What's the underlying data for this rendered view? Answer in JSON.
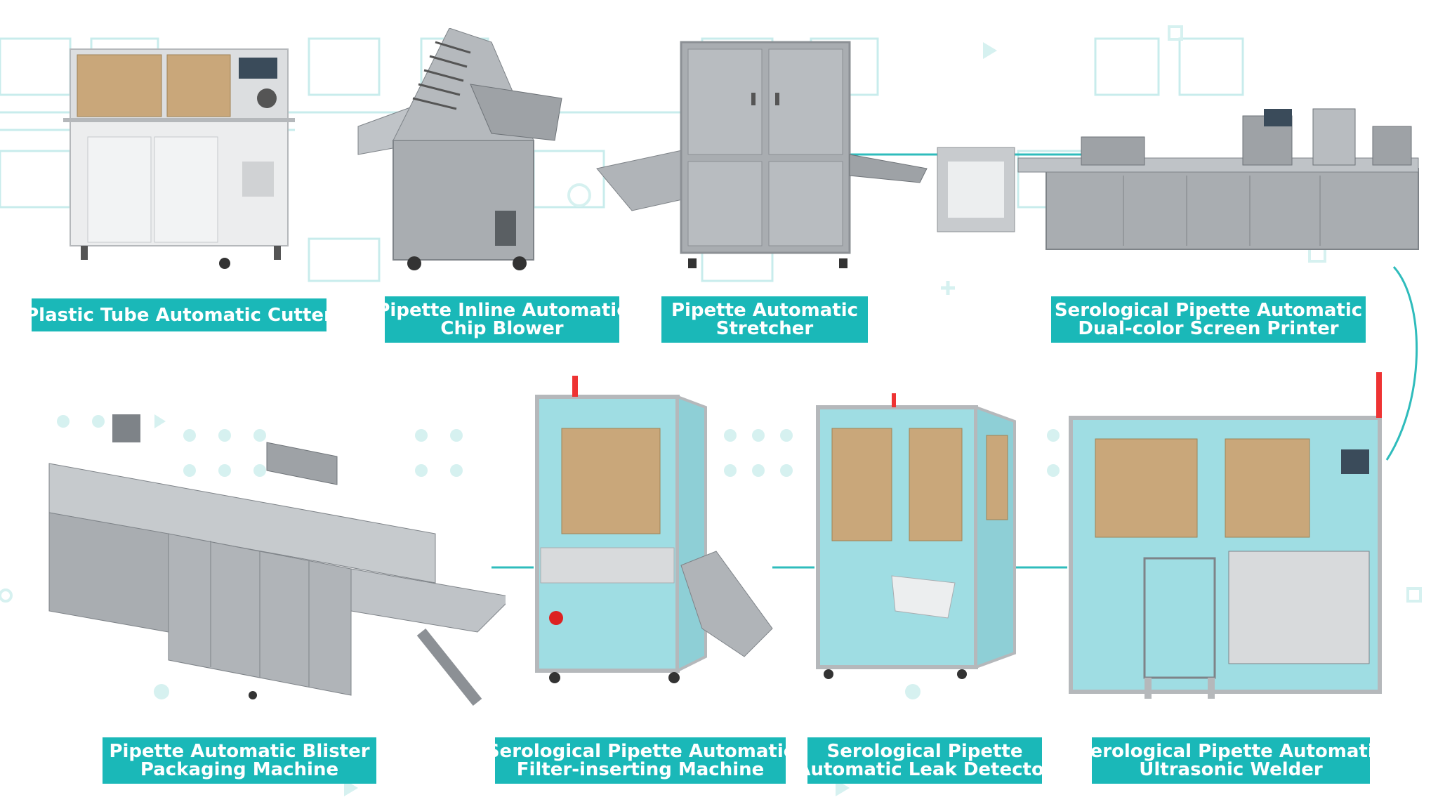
{
  "colors": {
    "accent": "#1ab8b8",
    "steel": "#a9adb1",
    "steel_dark": "#7e8388",
    "light_blue": "#9fdde3",
    "cardboard": "#c9a77a",
    "white_cabinet": "#ecedee"
  },
  "labels": {
    "cutter": {
      "line1": "Plastic Tube Automatic Cutter"
    },
    "chip_blower": {
      "line1": "Pipette Inline Automatic",
      "line2": "Chip Blower"
    },
    "stretcher": {
      "line1": "Pipette Automatic",
      "line2": "Stretcher"
    },
    "printer": {
      "line1": "Serological Pipette Automatic",
      "line2": "Dual-color Screen Printer"
    },
    "blister": {
      "line1": "Pipette Automatic Blister",
      "line2": "Packaging Machine"
    },
    "filter": {
      "line1": "Serological Pipette Automatic",
      "line2": "Filter-inserting Machine"
    },
    "leak": {
      "line1": "Serological Pipette",
      "line2": "Automatic Leak Detector"
    },
    "welder": {
      "line1": "Serological Pipette Automatic",
      "line2": "Ultrasonic Welder"
    }
  },
  "icons": [
    "play-triangle-icon",
    "square-outline-icon",
    "ring-icon",
    "plus-icon"
  ]
}
